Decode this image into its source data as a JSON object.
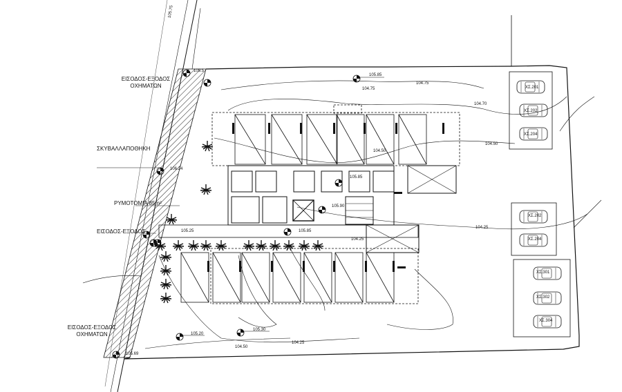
{
  "labels": {
    "entrance_exit_top_1": "ΕΙΣΟΔΟΣ-ΕΞΟΔΟΣ",
    "entrance_exit_top_2": "ΟΧΗΜΑΤΩΝ",
    "refuse_store": "ΣΚΥΒΑΛΛΑΠΟΘΗΚΗ",
    "setback": "ΡΥΜΟΤΟΜΙΑ 85m²",
    "entrance_exit_mid": "ΕΙΣΟΔΟΣ-ΕΞΟΔΟΣ",
    "entrance_exit_bottom_1": "ΕΙΣΟΔΟΣ-ΕΞΟΔΟΣ",
    "entrance_exit_bottom_2": "ΟΧΗΜΑΤΩΝ"
  },
  "levels": {
    "top_center": "105.85",
    "top_road": "105.75",
    "corner_top_left": "105.5",
    "core": "105.90",
    "center_landing": "105.85",
    "stair_landing": "105.85",
    "west_walk": "105.25",
    "bottom_left": "105.20",
    "bottom_mid": "105.30",
    "bottom_corner": "105.69",
    "refuse": "106.24"
  },
  "contours": {
    "c1": "104.75",
    "c2": "104.70",
    "c3": "104.50",
    "c4": "104.25",
    "c5": "104.25",
    "c6": "104.50",
    "c7": "104.75",
    "c8": "104.50",
    "c9": "104.25"
  },
  "parking": {
    "top": [
      "ΧΣ.201",
      "ΧΣ.202",
      "ΧΣ.204"
    ],
    "middle": [
      "ΧΣ.202",
      "ΧΣ.204"
    ],
    "bottom": [
      "ΧΣ.301",
      "ΧΣ.302",
      "ΧΣ.304"
    ]
  },
  "colors": {
    "line": "#111111",
    "hatch": "#222222"
  }
}
